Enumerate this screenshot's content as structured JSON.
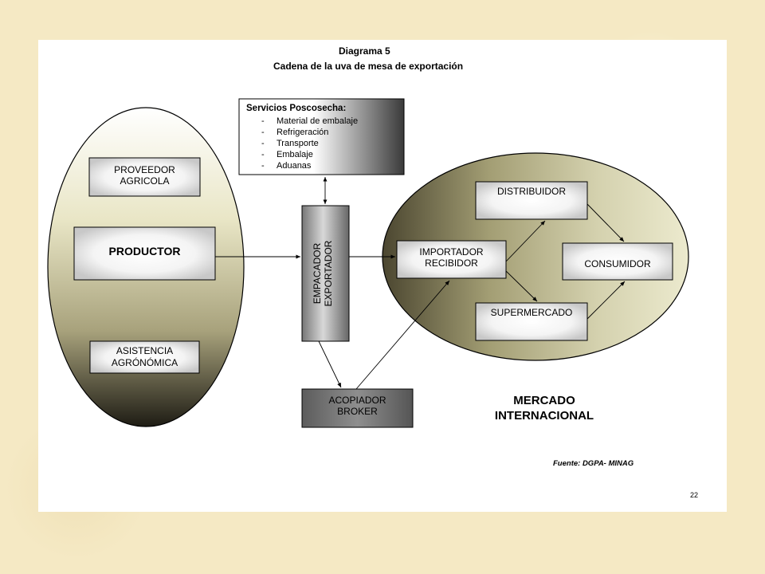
{
  "title": {
    "line1": "Diagrama 5",
    "line2": "Cadena de la uva de mesa de exportación"
  },
  "services": {
    "heading": "Servicios Poscosecha:",
    "items": [
      "Material de embalaje",
      "Refrigeración",
      "Transporte",
      "Embalaje",
      "Aduanas"
    ]
  },
  "nodes": {
    "proveedor": [
      "PROVEEDOR",
      "AGRICOLA"
    ],
    "productor": "PRODUCTOR",
    "asistencia": [
      "ASISTENCIA",
      "AGRÓNÓMICA"
    ],
    "empacador": [
      "EMPACADOR",
      "EXPORTADOR"
    ],
    "acopiador": [
      "ACOPIADOR",
      "BROKER"
    ],
    "importador": [
      "IMPORTADOR",
      "RECIBIDOR"
    ],
    "distribuidor": "DISTRIBUIDOR",
    "supermercado": "SUPERMERCADO",
    "consumidor": "CONSUMIDOR"
  },
  "mercado_label": [
    "MERCADO",
    "INTERNACIONAL"
  ],
  "source": "Fuente: DGPA- MINAG",
  "page_number": "22"
}
